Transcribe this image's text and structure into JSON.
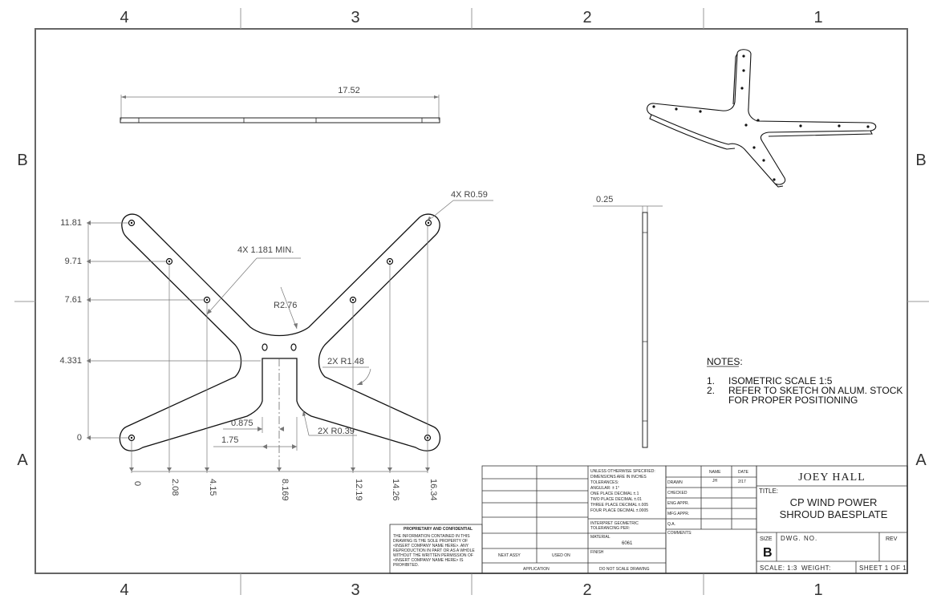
{
  "zones": {
    "columns": [
      "4",
      "3",
      "2",
      "1"
    ],
    "rows": [
      "B",
      "A"
    ]
  },
  "dims": {
    "top_length": "17.52",
    "hole_radius": "4X R0.59",
    "slot_min": "4X 1.181 MIN.",
    "center_radius": "R2.76",
    "side_radius": "2X R1.48",
    "inner_radius": "2X R0.39",
    "thickness": "0.25",
    "tab_half": "0.875",
    "tab_width": "1.75",
    "vertical": [
      "11.81",
      "9.71",
      "7.61",
      "4.331",
      "0"
    ],
    "horizontal": [
      "0",
      "2.08",
      "4.15",
      "8.169",
      "12.19",
      "14.26",
      "16.34"
    ]
  },
  "notes": {
    "heading": "NOTES:",
    "items": [
      {
        "num": "1.",
        "text": "ISOMETRIC SCALE 1:5"
      },
      {
        "num": "2.",
        "text": "REFER TO SKETCH ON ALUM. STOCK"
      },
      {
        "num": "",
        "text": "FOR PROPER POSITIONING"
      }
    ]
  },
  "title_block": {
    "company": "JOEY HALL",
    "title_label": "TITLE:",
    "title_line1": "CP WIND POWER",
    "title_line2": "SHROUD BAESPLATE",
    "size_label": "SIZE",
    "size": "B",
    "dwg_label": "DWG. NO.",
    "rev_label": "REV",
    "scale": "SCALE: 1:3",
    "weight": "WEIGHT:",
    "sheet": "SHEET 1 OF 1",
    "name_header": "NAME",
    "date_header": "DATE",
    "drawn_label": "DRAWN",
    "drawn_name": "JH",
    "drawn_date": "2/17",
    "checked_label": "CHECKED",
    "eng_label": "ENG APPR.",
    "mfg_label": "MFG APPR.",
    "qa_label": "Q.A.",
    "comments_label": "COMMENTS:",
    "tolerance_lines": [
      "UNLESS OTHERWISE SPECIFIED:",
      "DIMENSIONS ARE IN INCHES",
      "TOLERANCES:",
      "ANGULAR: ± 1°",
      "ONE PLACE DECIMAL ±.1",
      "TWO PLACE DECIMAL ±.01",
      "THREE PLACE DECIMAL ±.005",
      "FOUR PLACE DECIMAL ±.0005"
    ],
    "interpret_lines": [
      "INTERPRET GEOMETRIC",
      "TOLERANCING PER:"
    ],
    "material_label": "MATERIAL",
    "material": "6061",
    "finish_label": "FINISH",
    "next_assy": "NEXT ASSY",
    "used_on": "USED ON",
    "application": "APPLICATION",
    "do_not_scale": "DO NOT SCALE DRAWING",
    "proprietary_title": "PROPRIETARY AND CONFIDENTIAL",
    "proprietary_lines": [
      "THE INFORMATION CONTAINED IN THIS",
      "DRAWING IS THE SOLE PROPERTY OF",
      "<INSERT COMPANY NAME HERE>. ANY",
      "REPRODUCTION IN PART OR AS A WHOLE",
      "WITHOUT THE WRITTEN PERMISSION OF",
      "<INSERT COMPANY NAME HERE> IS",
      "PROHIBITED."
    ]
  }
}
